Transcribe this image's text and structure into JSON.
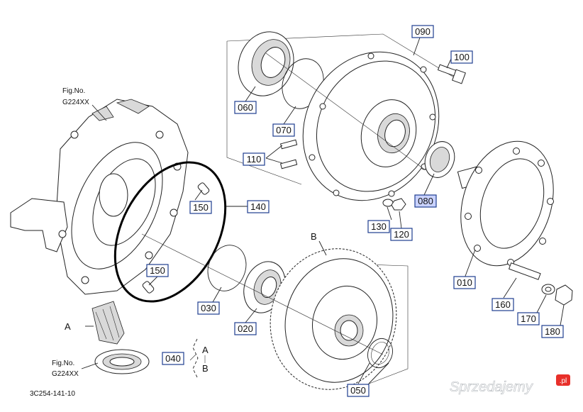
{
  "drawing_id": "3C254-141-10",
  "fig_refs": [
    {
      "line1": "Fig.No.",
      "line2": "G224XX"
    },
    {
      "line1": "Fig.No.",
      "line2": "G224XX"
    }
  ],
  "parts": {
    "p010": "010",
    "p020": "020",
    "p030": "030",
    "p040": "040",
    "p050": "050",
    "p060": "060",
    "p070": "070",
    "p080": "080",
    "p090": "090",
    "p100": "100",
    "p110": "110",
    "p120": "120",
    "p130": "130",
    "p140": "140",
    "p150a": "150",
    "p150b": "150",
    "p160": "160",
    "p170": "170",
    "p180": "180"
  },
  "markers": {
    "a": "A",
    "b": "B",
    "group_a": "A",
    "group_b": "B"
  },
  "highlight_color": "#c9d2ff",
  "label_border_color": "#1f3e8f",
  "watermark": {
    "text": "Sprzedajemy",
    "suffix": ".pl",
    "badge_color": "#e8302a"
  }
}
